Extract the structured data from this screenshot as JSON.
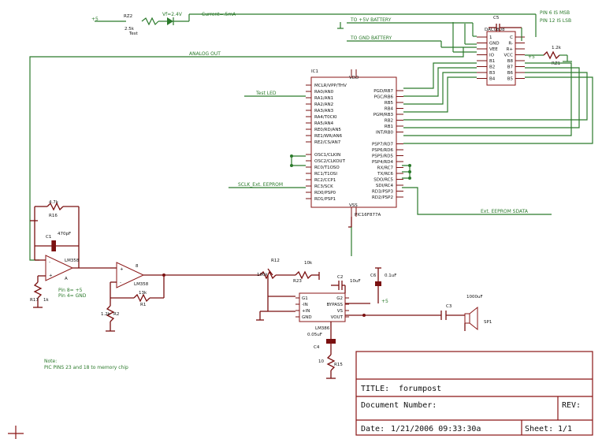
{
  "labels": {
    "plus5_left": "+5",
    "r22_ref": "RZ2",
    "r22_val": "2.5k",
    "test_led_label": "Test",
    "vf_label": "Vf=2.4V",
    "current_label": "Current=.5mA",
    "to5v": "TO +5V BATTERY",
    "togndbat": "TO GND BATTERY",
    "c5": "C5",
    "pin6_msb": "PIN 6 IS MSB",
    "pin12_lsb": "PIN 12 IS LSB",
    "dac_name": "DAC0808",
    "r21_ref": "RZ1",
    "r21_val": "1.2k",
    "analog_out": "ANALOG OUT",
    "ic1": "IC1",
    "vdd": "VDD",
    "vss": "VSS",
    "pic_name": "PIC16F877A",
    "test_led": "Test LED",
    "sclk_ext": "SCLK_Ext. EEPROM",
    "ext_sdata": "Ext. EEPROM SDATA",
    "r16_val": "4.7k",
    "r16_ref": "R16",
    "c1_ref": "C1",
    "c1_val": "470pF",
    "opamp_a": "LM358",
    "opamp_b": "LM358",
    "pin8": "Pin 8= +5",
    "pin4": "Pin 4= GND",
    "r17_ref": "R17",
    "r17_val": "1k",
    "r2_ref": "R2",
    "r2_val": "1.2k",
    "r1_ref": "R1",
    "r1_val": "13k",
    "r12_ref": "R12",
    "r12_val": "100k",
    "r23_ref": "R23",
    "r23_val": "10k",
    "c2_ref": "C2",
    "c2_val": "10uF",
    "c6_ref": "C6",
    "c6_val": "0.1uF",
    "lm386": "LM386",
    "amp_pins": [
      "G1",
      "-IN",
      "+IN",
      "GND",
      "G2",
      "BYPASS",
      "VS",
      "VOUT"
    ],
    "c3_ref": "C3",
    "c3_val": "1000uF",
    "sp1": "SP1",
    "c4_ref": "C4",
    "c4_val": "0.05uF",
    "r15_ref": "R15",
    "r15_val": "10",
    "plus5_amp": "+5",
    "note_title": "Note:",
    "note_text": "PIC PINS 23 and 18 to memory chip",
    "pic_left_pins": [
      "MCLR/VPP/THV",
      "RA0/AN0",
      "RA1/AN1",
      "RA2/AN2",
      "RA3/AN3",
      "RA4/T0CKI",
      "RA5/AN4",
      "RE0/RD/AN5",
      "RE1/WR/AN6",
      "RE2/CS/AN7",
      "",
      "OSC1/CLKIN",
      "OSC2/CLKOUT",
      "RC0/T1OSO",
      "RC1/T1OSI",
      "RC2/CCP1",
      "RC3/SCK",
      "RD0/PSP0",
      "RD1/PSP1"
    ],
    "pic_right_pins": [
      "PGD/RB7",
      "PGC/RB6",
      "RB5",
      "RB4",
      "PGM/RB3",
      "RB2",
      "RB1",
      "INT/RB0",
      "",
      "PSP7/RD7",
      "PSP6/RD6",
      "PSP5/RD5",
      "PSP4/RD4",
      "RX/RC7",
      "TX/RC6",
      "SDO/RC5",
      "SDI/RC4",
      "RD3/PSP3",
      "RD2/PSP2"
    ],
    "dac_left_pins": [
      "1",
      "GND",
      "VEE",
      "IO",
      "B1",
      "B2",
      "B3",
      "B4"
    ],
    "dac_right_pins": [
      "C",
      "R-",
      "R+",
      "VCC",
      "B8",
      "B7",
      "B6",
      "B5"
    ]
  },
  "title_block": {
    "title_label": "TITLE:",
    "title_value": "forumpost",
    "docnum_label": "Document Number:",
    "rev_label": "REV:",
    "date_label": "Date:",
    "date_value": "1/21/2006 09:33:30a",
    "sheet_label": "Sheet:",
    "sheet_value": "1/1"
  }
}
